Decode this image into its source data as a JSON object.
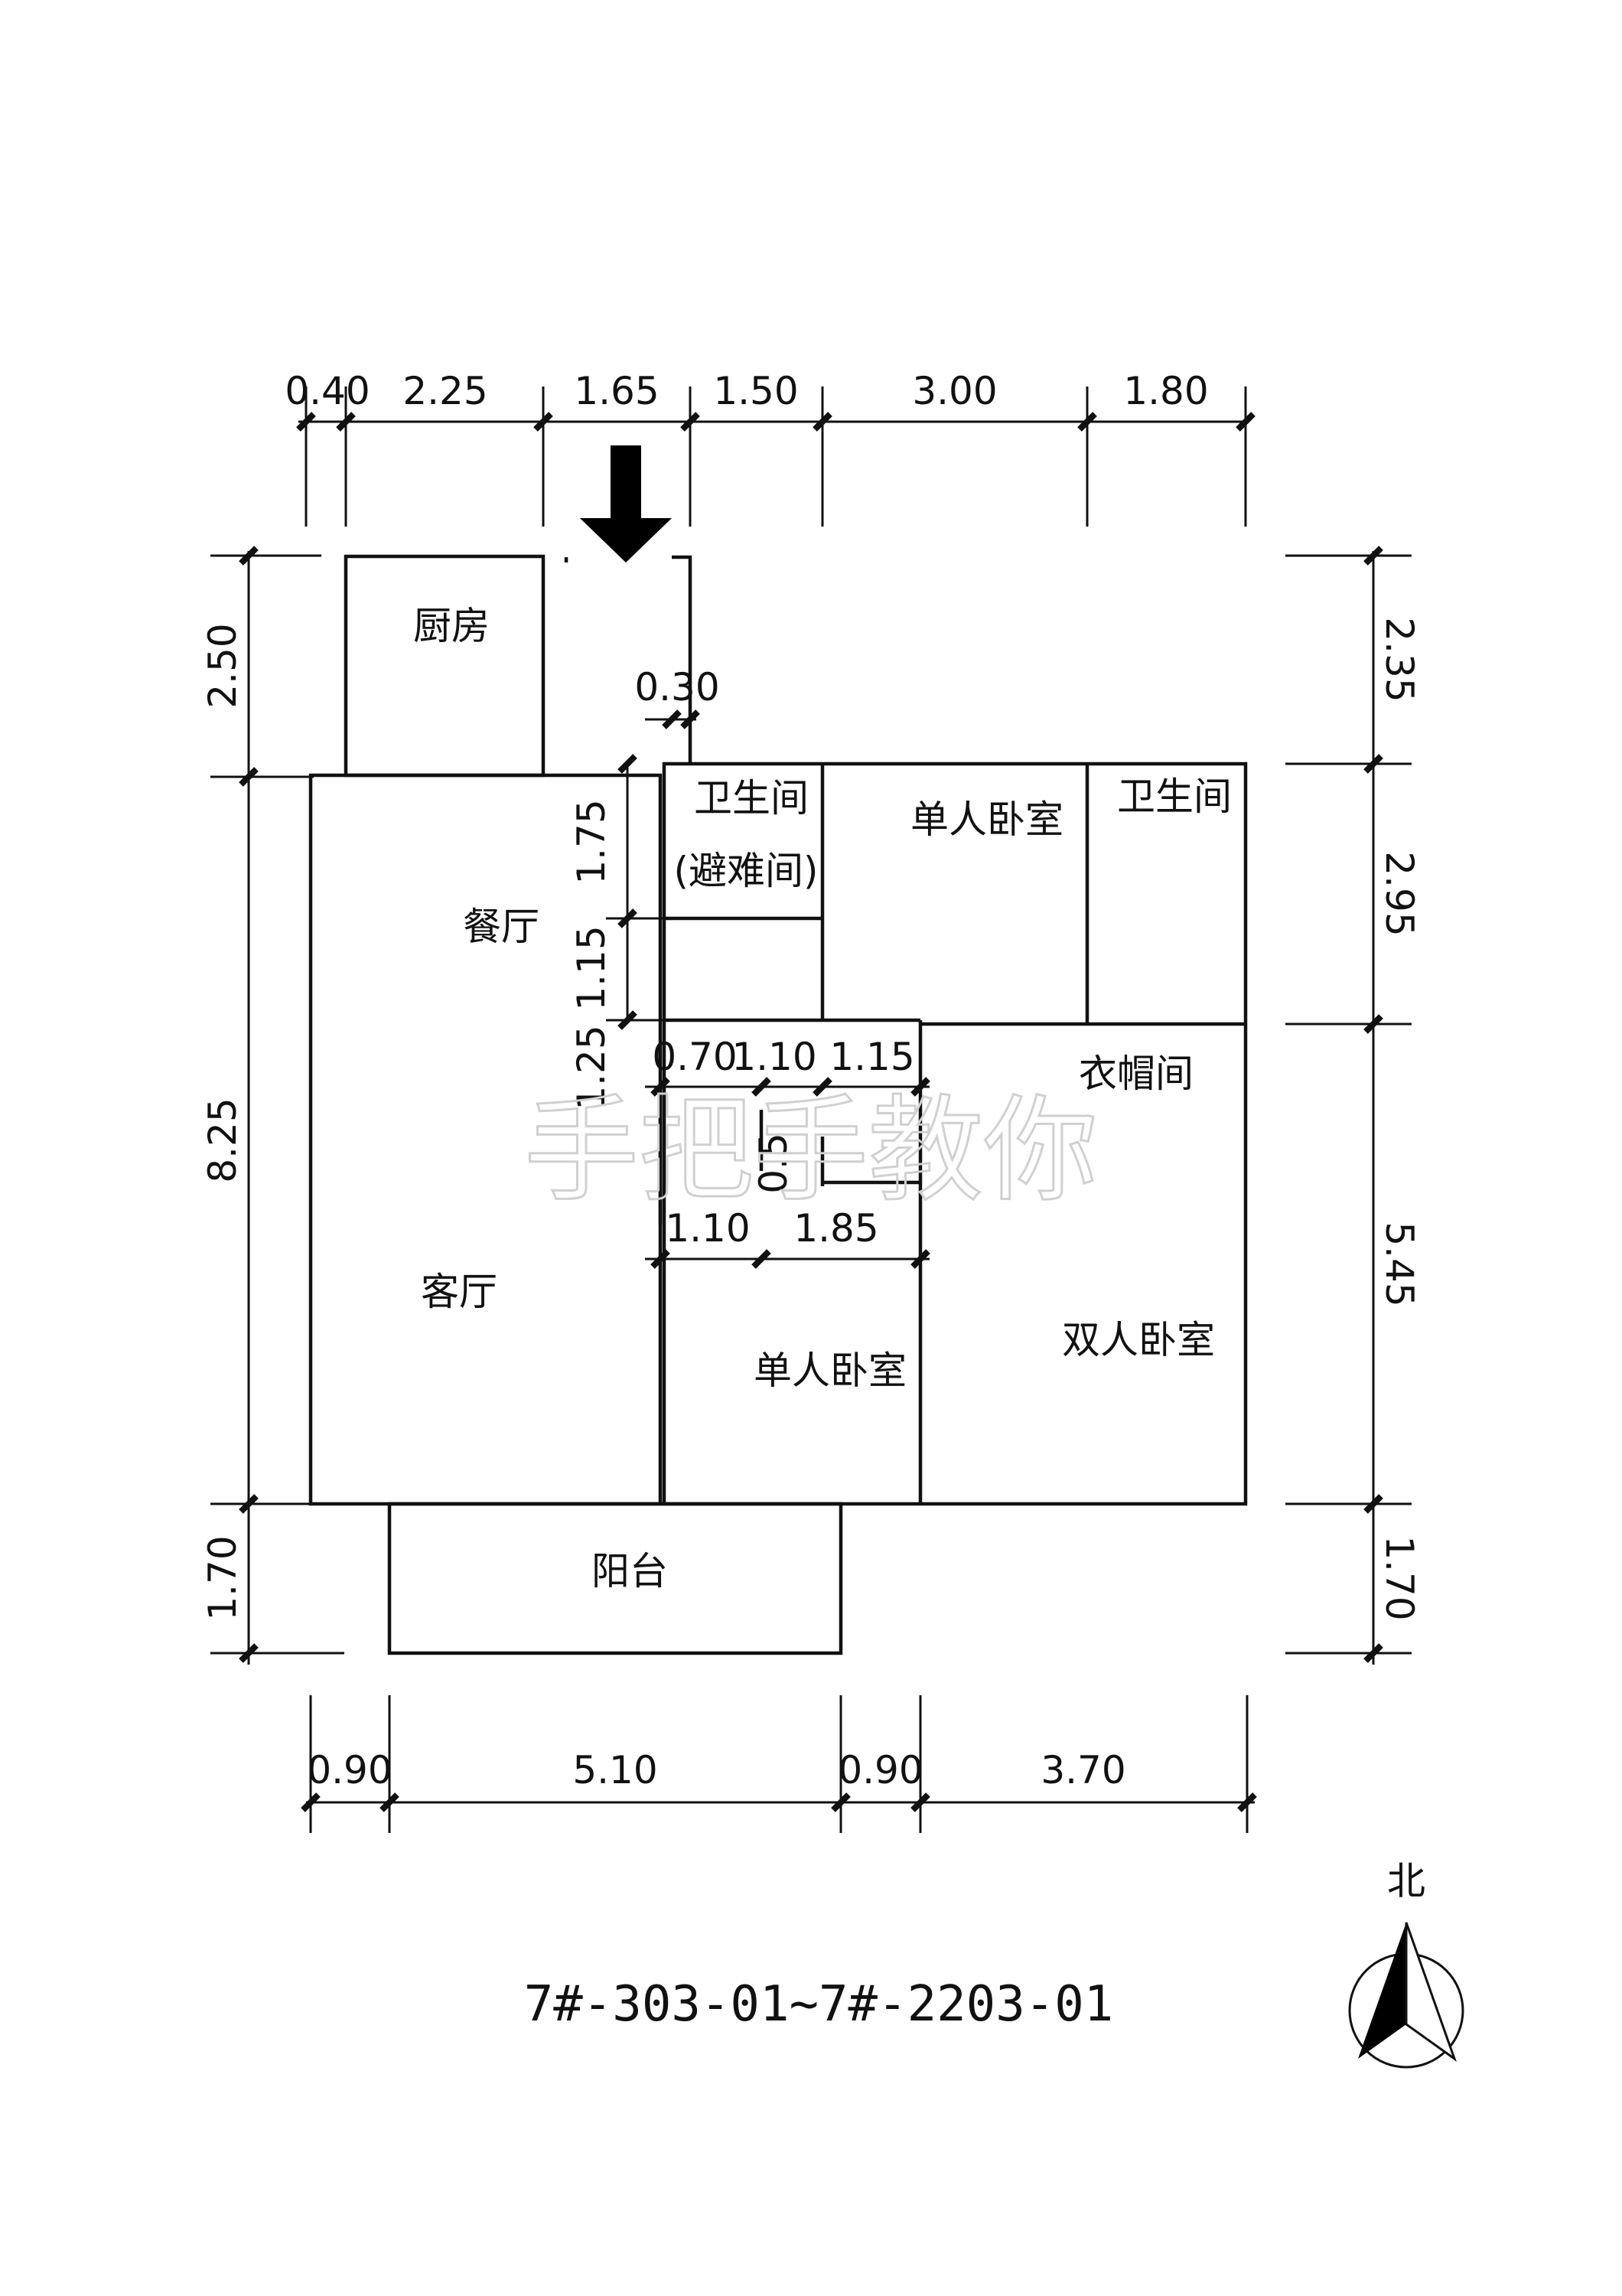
{
  "dims_top": [
    "0.40",
    "2.25",
    "1.65",
    "1.50",
    "3.00",
    "1.80"
  ],
  "dims_left": [
    "2.50",
    "8.25",
    "1.70"
  ],
  "dims_right": [
    "2.35",
    "2.95",
    "5.45",
    "1.70"
  ],
  "dims_bottom": [
    "0.90",
    "5.10",
    "0.90",
    "3.70"
  ],
  "dims_inner": {
    "entry_gap": "0.30",
    "v_175": "1.75",
    "v_115": "1.15",
    "v_125": "1.25",
    "h_070": "0.70",
    "h_110a": "1.10",
    "h_115": "1.15",
    "small": "0.5",
    "h_110b": "1.10",
    "h_185": "1.85"
  },
  "rooms": {
    "kitchen": "厨房",
    "dining": "餐厅",
    "living": "客厅",
    "bath1_line1": "卫生间",
    "bath1_line2": "(避难间)",
    "single_bed_top": "单人卧室",
    "bath2": "卫生间",
    "closet": "衣帽间",
    "single_bed_bottom": "单人卧室",
    "double_bed": "双人卧室",
    "balcony": "阳台"
  },
  "caption": "7#-303-01~7#-2203-01",
  "north_label": "北",
  "watermark": "手把手教你",
  "colors": {
    "line": "#111111",
    "watermark": "#d0d0d0",
    "background": "#ffffff"
  }
}
